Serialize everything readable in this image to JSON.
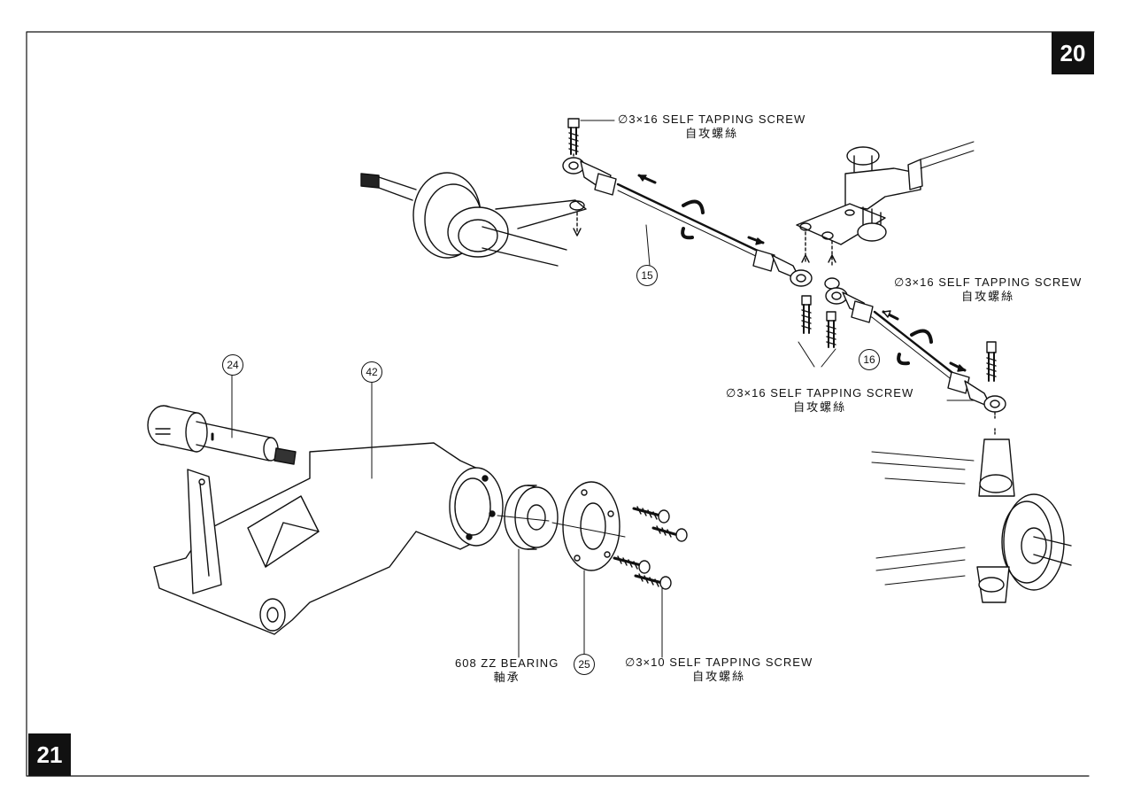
{
  "page_badges": {
    "right": "20",
    "left": "21"
  },
  "part_numbers": {
    "p15": "15",
    "p16": "16",
    "p24": "24",
    "p42": "42",
    "p25": "25"
  },
  "labels": {
    "screw_top": {
      "line1": "∅3×16 SELF TAPPING SCREW",
      "line2": "自攻螺絲"
    },
    "screw_right": {
      "line1": "∅3×16 SELF TAPPING SCREW",
      "line2": "自攻螺絲"
    },
    "screw_mid": {
      "line1": "∅3×16 SELF TAPPING SCREW",
      "line2": "自攻螺絲"
    },
    "bearing": {
      "line1": "608 ZZ BEARING",
      "line2": "軸承"
    },
    "screw_bottom": {
      "line1": "∅3×10 SELF TAPPING SCREW",
      "line2": "自攻螺絲"
    }
  },
  "colors": {
    "ink": "#111111",
    "paper": "#ffffff",
    "shade": "#d9d9d9"
  }
}
